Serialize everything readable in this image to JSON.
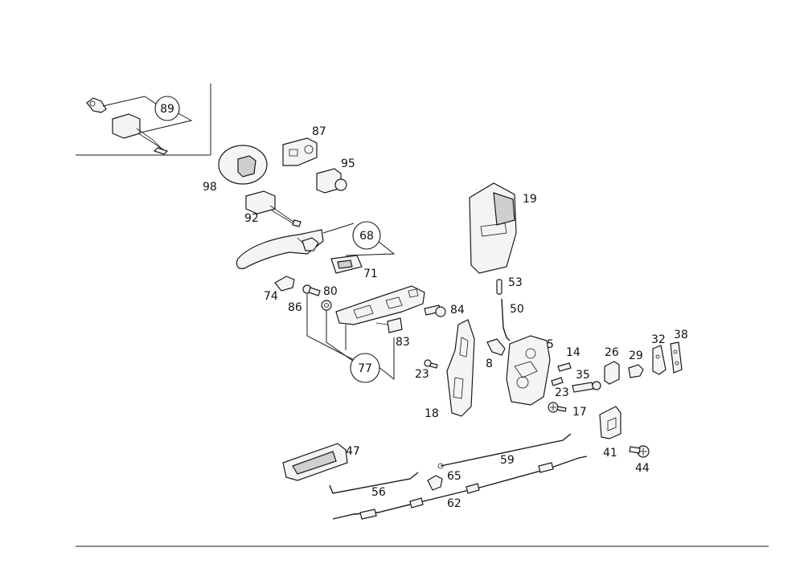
{
  "colors": {
    "ink": "#1a1a1a",
    "background": "#ffffff"
  },
  "callouts": {
    "c5": "5",
    "c8": "8",
    "c14": "14",
    "c17": "17",
    "c18": "18",
    "c19": "19",
    "c23a": "23",
    "c23b": "23",
    "c26": "26",
    "c29": "29",
    "c32": "32",
    "c35": "35",
    "c38": "38",
    "c41": "41",
    "c44": "44",
    "c47": "47",
    "c50": "50",
    "c53": "53",
    "c56": "56",
    "c59": "59",
    "c62": "62",
    "c65": "65",
    "c71": "71",
    "c74": "74",
    "c80": "80",
    "c83": "83",
    "c84": "84",
    "c86": "86",
    "c87": "87",
    "c92": "92",
    "c95": "95",
    "c98": "98"
  },
  "circled": {
    "g89": "89",
    "g68": "68",
    "g77": "77"
  }
}
